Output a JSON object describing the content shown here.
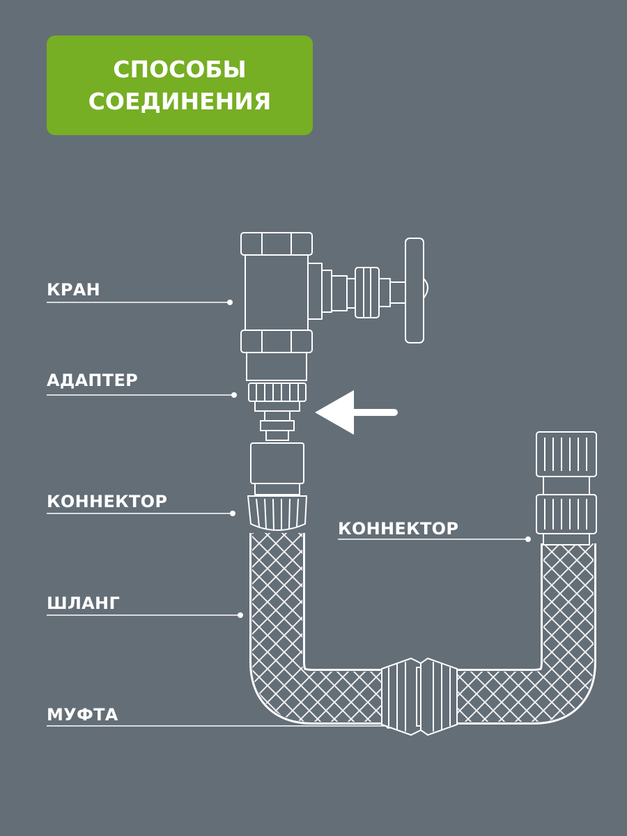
{
  "title": {
    "line1": "СПОСОБЫ",
    "line2": "СОЕДИНЕНИЯ"
  },
  "labels": {
    "kran": "КРАН",
    "adapter": "АДАПТЕР",
    "connector_left": "КОННЕКТОР",
    "connector_right": "КОННЕКТОР",
    "hose": "ШЛАНГ",
    "coupling": "МУФТА"
  },
  "colors": {
    "background": "#646e77",
    "title_box": "#76ae24",
    "line": "#ffffff"
  }
}
